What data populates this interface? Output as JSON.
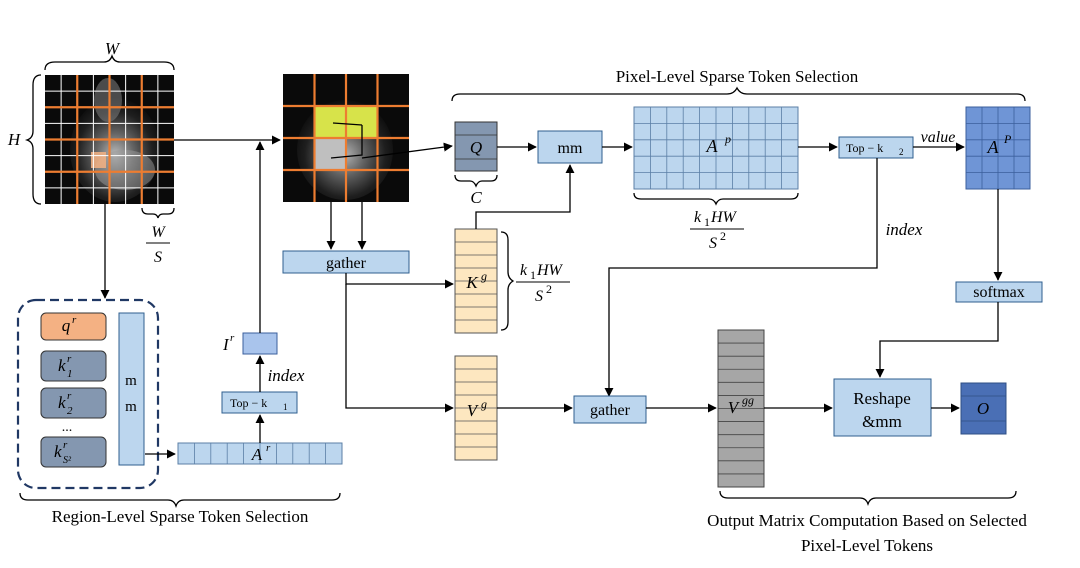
{
  "labels": {
    "W": "W",
    "H": "H",
    "ws_num": "W",
    "ws_den": "S",
    "pixel_title": "Pixel-Level Sparse Token Selection",
    "region_title": "Region-Level Sparse Token Selection",
    "output_title_1": "Output Matrix Computation Based on Selected",
    "output_title_2": "Pixel-Level Tokens",
    "Q": "Q",
    "C": "C",
    "mm": "mm",
    "Ap_base": "A",
    "Ap_sup": "p",
    "APout_base": "A",
    "APout_sup": "P",
    "k1HW": "k",
    "k1HW_sub": "1",
    "HW": "HW",
    "S2_base": "S",
    "S2_sup": "2",
    "topk2_base": "Top − k",
    "topk2_sub": "2",
    "value": "value",
    "index_right": "index",
    "softmax": "softmax",
    "gather_top": "gather",
    "gather_bottom": "gather",
    "Kg_base": "K",
    "Kg_sup": "g",
    "Vg_base": "V",
    "Vg_sup": "g",
    "Vgg_base": "V",
    "Vgg_sup": "gg",
    "reshape_1": "Reshape",
    "reshape_2": "&mm",
    "O": "O",
    "Ir_base": "I",
    "Ir_sup": "r",
    "index_left": "index",
    "topk1_base": "Top − k",
    "topk1_sub": "1",
    "Ar_base": "A",
    "Ar_sup": "r",
    "qr_base": "q",
    "qr_sup": "r",
    "k_base": "k",
    "k_sup": "r",
    "k1_sub": "1",
    "k2_sub": "2",
    "kS_sub": "S²",
    "ellipsis": "...",
    "mm_v1": "m",
    "mm_v2": "m"
  },
  "colors": {
    "light_blue": "#bcd6ee",
    "mid_blue": "#6f95d6",
    "dark_blue": "#4a6fb5",
    "peach": "#fde7c0",
    "orange": "#f4b183",
    "slate": "#8497b0",
    "gray": "#a6a6a6",
    "grid_orange": "#ed7d31",
    "highlight_yellow": "#d7e34a"
  }
}
